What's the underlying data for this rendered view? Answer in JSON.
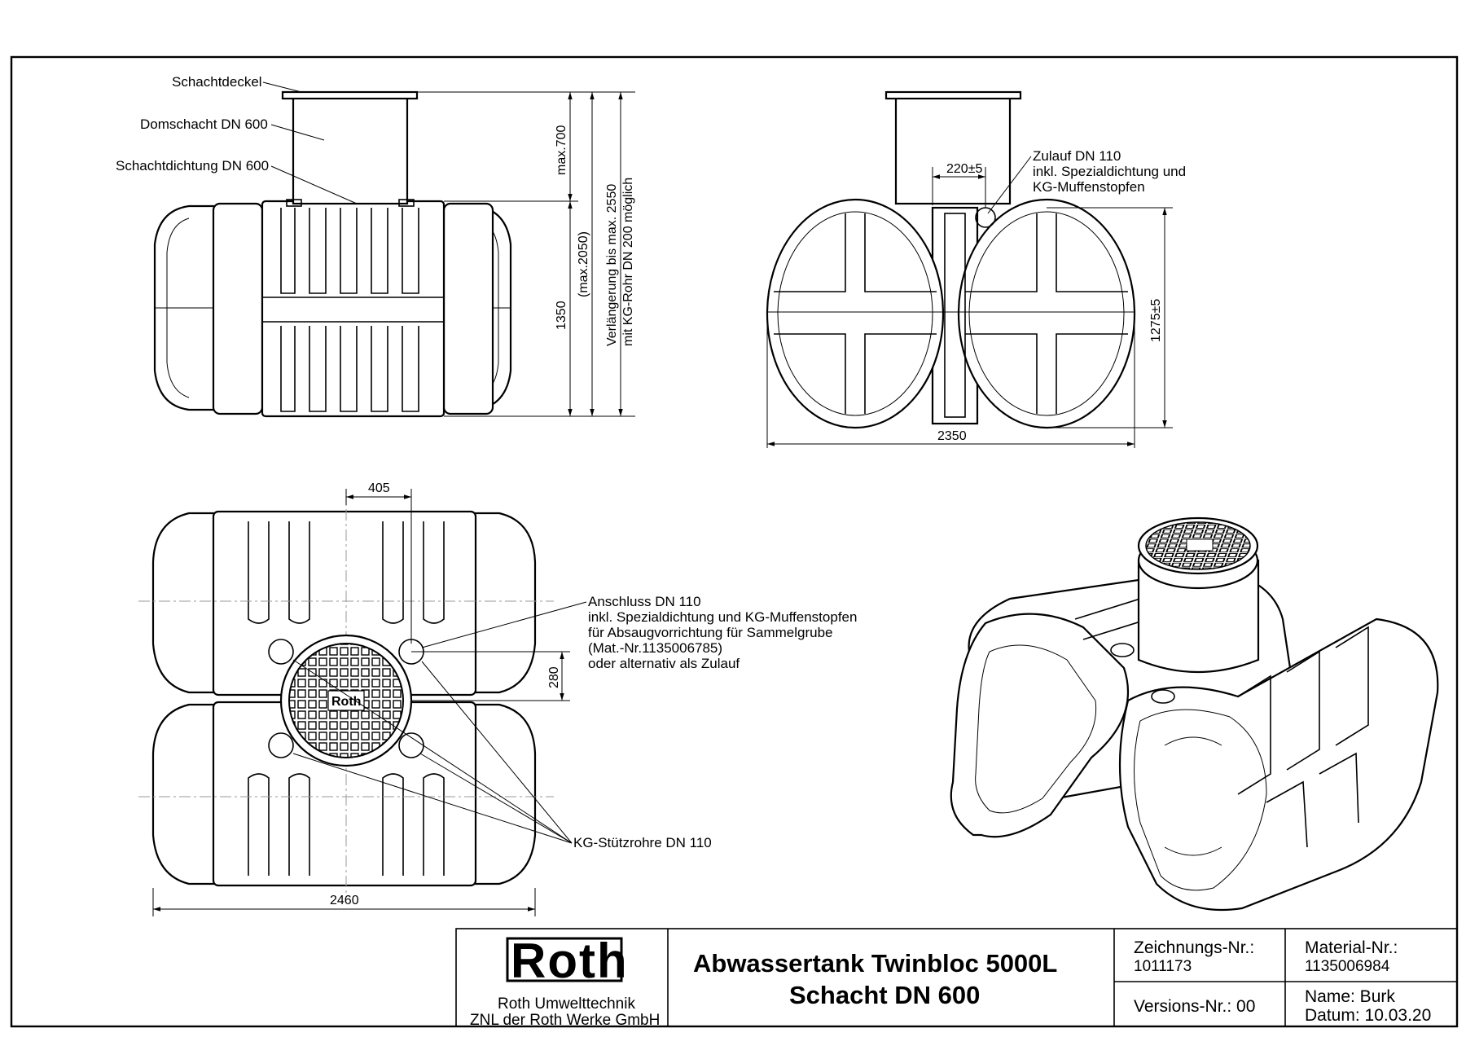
{
  "labels": {
    "schachtdeckel": "Schachtdeckel",
    "domschacht": "Domschacht DN 600",
    "schachtdichtung": "Schachtdichtung DN 600",
    "zulauf_1": "Zulauf DN 110",
    "zulauf_2": "inkl. Spezialdichtung und",
    "zulauf_3": "KG-Muffenstopfen",
    "anschluss_1": "Anschluss DN 110",
    "anschluss_2": "inkl. Spezialdichtung und KG-Muffenstopfen",
    "anschluss_3": "für Absaugvorrichtung für Sammelgrube",
    "anschluss_4": "(Mat.-Nr.1135006785)",
    "anschluss_5": "oder alternativ als Zulauf",
    "stuetzrohre": "KG-Stützrohre DN 110"
  },
  "dimensions": {
    "max700": "max.700",
    "d1350": "1350",
    "max2050": "(max.2050)",
    "ext_1": "Verlängerung bis max. 2550",
    "ext_2": "mit KG-Rohr DN 200 möglich",
    "d220": "220±5",
    "d1275": "1275±5",
    "d2350": "2350",
    "d405": "405",
    "d280": "280",
    "d2460": "2460"
  },
  "title_block": {
    "logo": "Roth",
    "company_1": "Roth Umwelttechnik",
    "company_2": "ZNL der Roth Werke GmbH",
    "title_1": "Abwassertank Twinbloc 5000L",
    "title_2": "Schacht DN 600",
    "drawing_no_label": "Zeichnungs-Nr.:",
    "drawing_no": "1011173",
    "material_no_label": "Material-Nr.:",
    "material_no": "1135006984",
    "version": "Versions-Nr.: 00",
    "name": "Name: Burk",
    "date": "Datum: 10.03.20"
  }
}
